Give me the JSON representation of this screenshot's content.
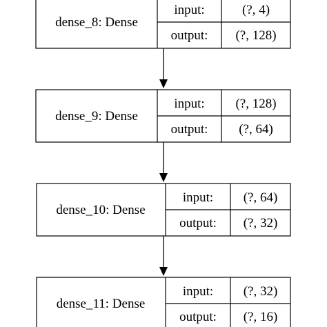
{
  "diagram": {
    "nodes": [
      {
        "name": "dense_8: Dense",
        "input_label": "input:",
        "input_value": "(?, 4)",
        "output_label": "output:",
        "output_value": "(?, 128)"
      },
      {
        "name": "dense_9: Dense",
        "input_label": "input:",
        "input_value": "(?, 128)",
        "output_label": "output:",
        "output_value": "(?, 64)"
      },
      {
        "name": "dense_10: Dense",
        "input_label": "input:",
        "input_value": "(?, 64)",
        "output_label": "output:",
        "output_value": "(?, 32)"
      },
      {
        "name": "dense_11: Dense",
        "input_label": "input:",
        "input_value": "(?, 32)",
        "output_label": "output:",
        "output_value": "(?, 16)"
      }
    ],
    "edges": [
      {
        "from": 0,
        "to": 1
      },
      {
        "from": 1,
        "to": 2
      },
      {
        "from": 2,
        "to": 3
      }
    ]
  }
}
